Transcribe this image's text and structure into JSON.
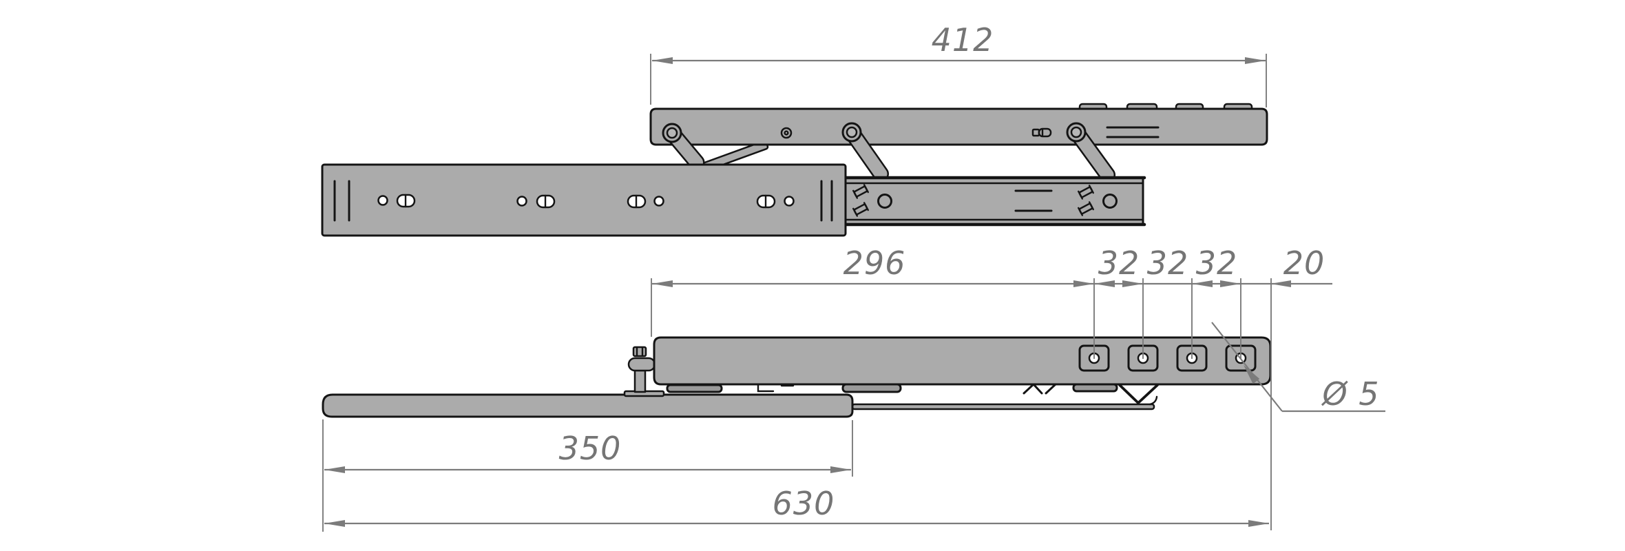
{
  "drawing": {
    "views": {
      "side_view": "extended-drawer-slide-side-view",
      "bottom_view": "slide-with-board-bottom-view"
    },
    "dimensions": {
      "top_length": "412",
      "front_offset": "296",
      "pitch_a": "32",
      "pitch_b": "32",
      "pitch_c": "32",
      "end_offset": "20",
      "board_depth": "350",
      "overall_length": "630",
      "hole_diameter": "Ø 5"
    },
    "colors": {
      "background": "#ffffff",
      "part_fill": "#ababab",
      "outline": "#141414",
      "dimension_lines": "#7b7b7b",
      "dimension_text": "#757575"
    }
  }
}
